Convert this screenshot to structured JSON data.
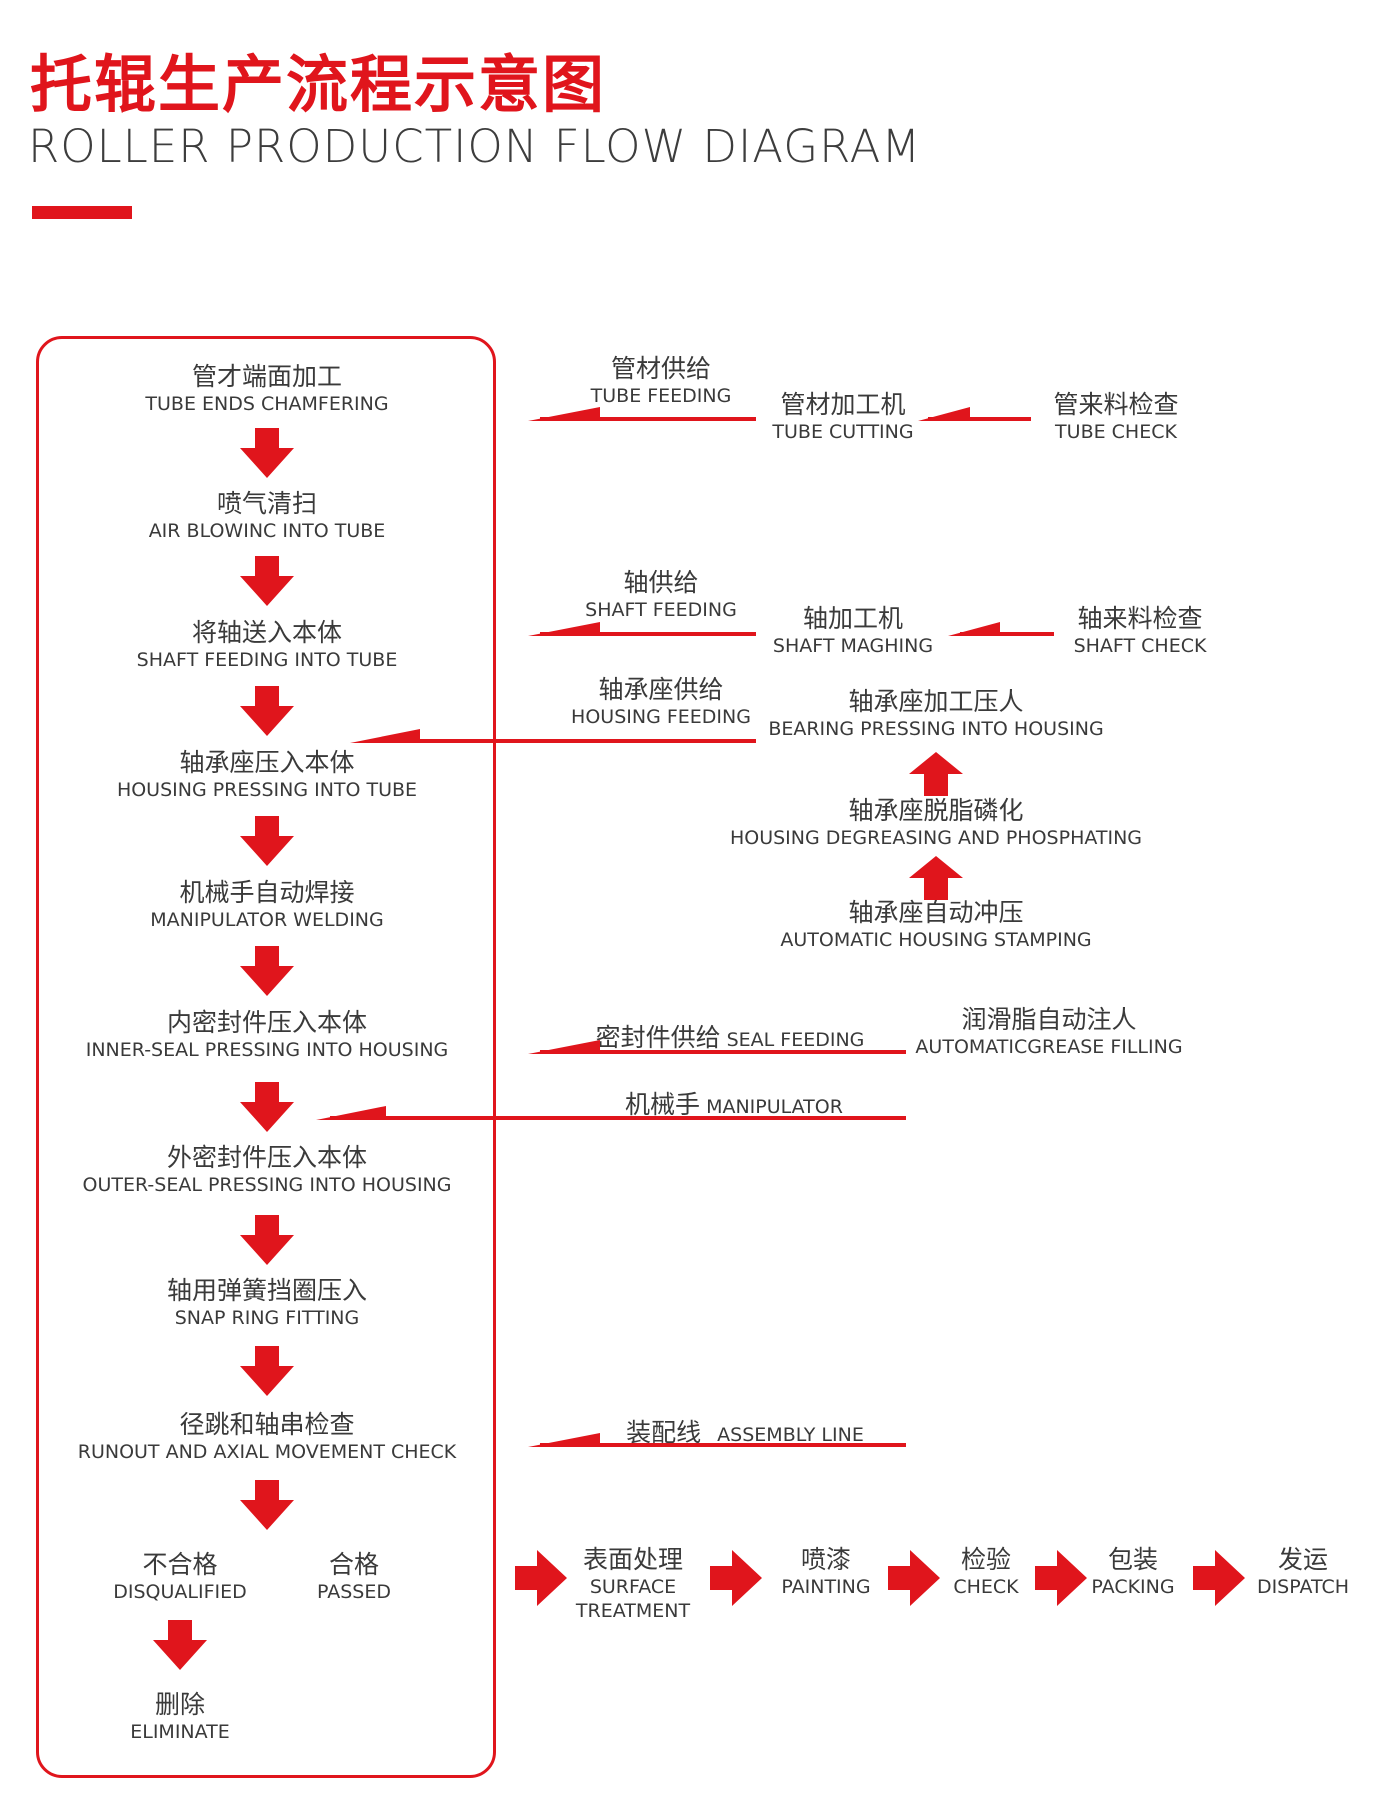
{
  "title": {
    "zh": "托辊生产流程示意图",
    "en": "ROLLER PRODUCTION FLOW DIAGRAM"
  },
  "main_steps": [
    {
      "zh": "管才端面加工",
      "en": "TUBE ENDS CHAMFERING"
    },
    {
      "zh": "喷气清扫",
      "en": "AIR BLOWINC INTO TUBE"
    },
    {
      "zh": "将轴送入本体",
      "en": "SHAFT FEEDING INTO TUBE"
    },
    {
      "zh": "轴承座压入本体",
      "en": "HOUSING PRESSING INTO TUBE"
    },
    {
      "zh": "机械手自动焊接",
      "en": "MANIPULATOR WELDING"
    },
    {
      "zh": "内密封件压入本体",
      "en": "INNER-SEAL PRESSING INTO HOUSING"
    },
    {
      "zh": "外密封件压入本体",
      "en": "OUTER-SEAL PRESSING INTO HOUSING"
    },
    {
      "zh": "轴用弹簧挡圈压入",
      "en": "SNAP RING FITTING"
    },
    {
      "zh": "径跳和轴串检查",
      "en": "RUNOUT AND AXIAL MOVEMENT CHECK"
    }
  ],
  "outcomes": {
    "disqualified": {
      "zh": "不合格",
      "en": "DISQUALIFIED"
    },
    "passed": {
      "zh": "合格",
      "en": "PASSED"
    },
    "eliminate": {
      "zh": "删除",
      "en": "ELIMINATE"
    }
  },
  "tube_line": {
    "feeding": {
      "zh": "管材供给",
      "en": "TUBE FEEDING"
    },
    "cutting": {
      "zh": "管材加工机",
      "en": "TUBE  CUTTING"
    },
    "check": {
      "zh": "管来料检查",
      "en": "TUBE CHECK"
    }
  },
  "shaft_line": {
    "feeding": {
      "zh": "轴供给",
      "en": "SHAFT FEEDING"
    },
    "machining": {
      "zh": "轴加工机",
      "en": "SHAFT MAGHING"
    },
    "check": {
      "zh": "轴来料检查",
      "en": "SHAFT CHECK"
    }
  },
  "housing_line": {
    "feeding": {
      "zh": "轴承座供给",
      "en": "HOUSING FEEDING"
    },
    "pressing": {
      "zh": "轴承座加工压人",
      "en": "BEARING PRESSING INTO HOUSING"
    },
    "degreasing": {
      "zh": "轴承座脱脂磷化",
      "en": "HOUSING DEGREASING AND PHOSPHATING"
    },
    "stamping": {
      "zh": "轴承座自动冲压",
      "en": "AUTOMATIC HOUSING STAMPING"
    }
  },
  "seal_line": {
    "feeding": {
      "zh": "密封件供给",
      "en": "SEAL FEEDING"
    },
    "grease": {
      "zh": "润滑脂自动注人",
      "en": "AUTOMATICGREASE FILLING"
    },
    "manipulator": {
      "zh": "机械手",
      "en": "MANIPULATOR"
    }
  },
  "assembly_line": {
    "zh": "装配线",
    "en": "ASSEMBLY LINE"
  },
  "final_steps": [
    {
      "zh": "表面处理",
      "en": "SURFACE TREATMENT"
    },
    {
      "zh": "喷漆",
      "en": "PAINTING"
    },
    {
      "zh": "检验",
      "en": "CHECK"
    },
    {
      "zh": "包装",
      "en": "PACKING"
    },
    {
      "zh": "发运",
      "en": "DISPATCH"
    }
  ],
  "colors": {
    "accent": "#e0151c",
    "text": "#3a3a3a",
    "background": "#ffffff"
  }
}
